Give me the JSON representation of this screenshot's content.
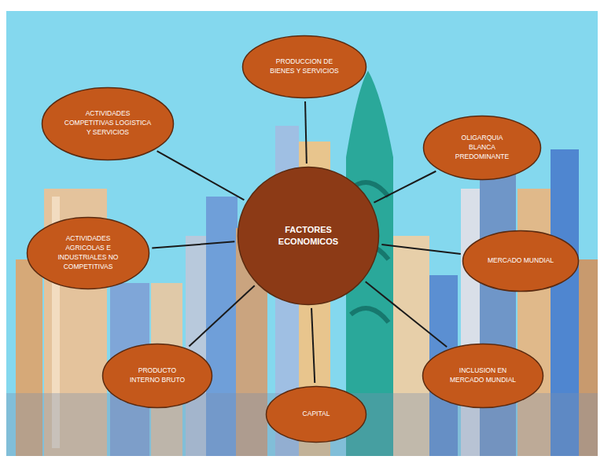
{
  "diagram": {
    "nodes": [
      {
        "text": [
          "PRODUCCION DE BIENES Y SERVICIOS"
        ]
      },
      {
        "text": [
          "ACTIVIDADES COMPETITIVAS LOGISTICA Y SERVICIOS"
        ]
      },
      {
        "text": [
          "OLIGARQUIA BLANCA PREDOMINANTE"
        ]
      },
      {
        "text": [
          "FACTORES ECONOMICOS"
        ]
      },
      {
        "text": [
          "ACTIVIDADES AGRICOLAS E INDUSTRIALES NO COMPETITIVAS"
        ]
      },
      {
        "text": [
          "MERCADO MUNDIAL"
        ]
      },
      {
        "text": [
          "INCLUSION EN MERCADO MUNDIAL"
        ]
      },
      {
        "text": [
          "PRODUCTO INTERNO BRUTO"
        ]
      },
      {
        "text": [
          "CAPITAL"
        ]
      }
    ],
    "edges": [
      {
        "from": 3,
        "to": 0,
        "arrow": "none"
      },
      {
        "from": 3,
        "to": 1,
        "arrow": "none"
      },
      {
        "from": 3,
        "to": 2,
        "arrow": "none"
      },
      {
        "from": 3,
        "to": 4,
        "arrow": "none"
      },
      {
        "from": 3,
        "to": 5,
        "arrow": "none"
      },
      {
        "from": 3,
        "to": 6,
        "arrow": "none"
      },
      {
        "from": 3,
        "to": 7,
        "arrow": "none"
      },
      {
        "from": 3,
        "to": 8,
        "arrow": "none"
      }
    ]
  }
}
